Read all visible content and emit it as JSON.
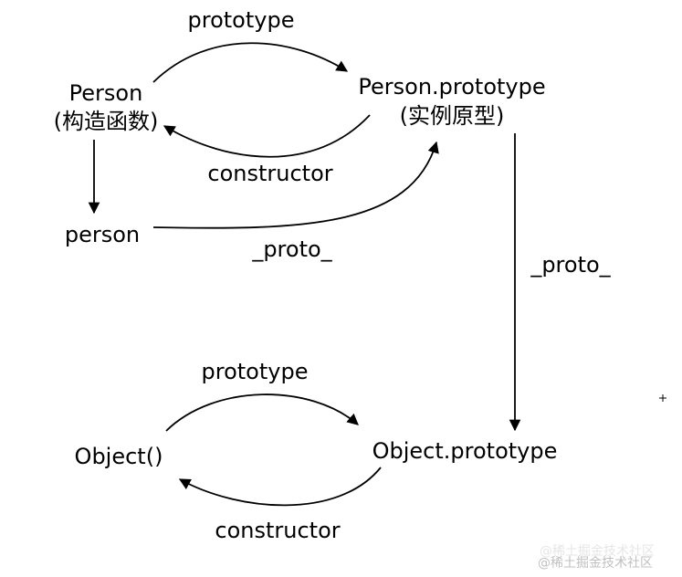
{
  "nodes": {
    "person_ctor_line1": "Person",
    "person_ctor_line2": "(构造函数)",
    "person_proto_line1": "Person.prototype",
    "person_proto_line2": "(实例原型)",
    "person_instance": "person",
    "object_ctor": "Object()",
    "object_proto": "Object.prototype"
  },
  "edges": {
    "person_prototype": "prototype",
    "person_constructor": "constructor",
    "person_instance_proto": "_proto_",
    "person_proto_to_object_proto": "_proto_",
    "object_prototype": "prototype",
    "object_constructor": "constructor"
  },
  "watermark": {
    "text": "@稀土掘金技术社区"
  },
  "colors": {
    "line": "#000000",
    "text": "#000000",
    "watermark_front": "#c0c0c0",
    "watermark_back": "#e6e6e6"
  }
}
